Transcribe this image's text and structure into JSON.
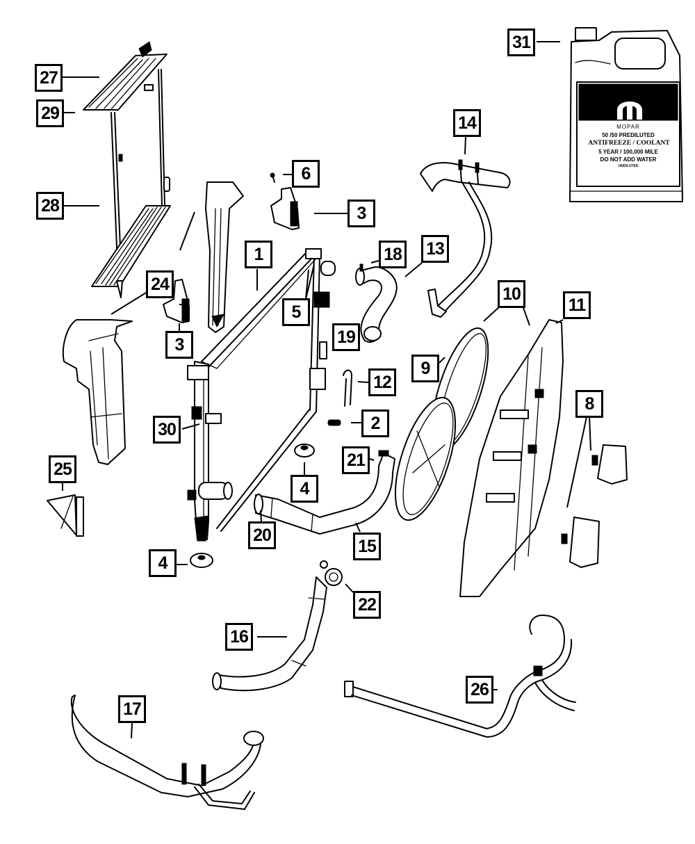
{
  "diagram": {
    "type": "exploded-parts-diagram",
    "subject": "Radiator, fans and coolant hoses",
    "callouts": [
      {
        "id": "c1",
        "label": "1",
        "part": "radiator"
      },
      {
        "id": "c2",
        "label": "2",
        "part": "drain-plug"
      },
      {
        "id": "c3a",
        "label": "3",
        "part": "radiator-bracket-upper-right"
      },
      {
        "id": "c3b",
        "label": "3",
        "part": "radiator-bracket-upper-left"
      },
      {
        "id": "c4a",
        "label": "4",
        "part": "radiator-isolator-right"
      },
      {
        "id": "c4b",
        "label": "4",
        "part": "radiator-isolator-left"
      },
      {
        "id": "c5",
        "label": "5",
        "part": "radiator-seal"
      },
      {
        "id": "c6",
        "label": "6",
        "part": "bracket-bolt"
      },
      {
        "id": "c8",
        "label": "8",
        "part": "fan-control-modules"
      },
      {
        "id": "c9",
        "label": "9",
        "part": "fan-blade"
      },
      {
        "id": "c10",
        "label": "10",
        "part": "fan-motor-assembly"
      },
      {
        "id": "c11",
        "label": "11",
        "part": "fan-shroud"
      },
      {
        "id": "c12",
        "label": "12",
        "part": "small-hose"
      },
      {
        "id": "c13",
        "label": "13",
        "part": "bypass-hose"
      },
      {
        "id": "c14",
        "label": "14",
        "part": "upper-hose-assembly"
      },
      {
        "id": "c15",
        "label": "15",
        "part": "lower-radiator-hose"
      },
      {
        "id": "c16",
        "label": "16",
        "part": "lower-hose"
      },
      {
        "id": "c17",
        "label": "17",
        "part": "heater-hose-assembly"
      },
      {
        "id": "c18",
        "label": "18",
        "part": "hose-clamp"
      },
      {
        "id": "c19",
        "label": "19",
        "part": "upper-radiator-hose"
      },
      {
        "id": "c20",
        "label": "20",
        "part": "hose-clamp-lower"
      },
      {
        "id": "c21",
        "label": "21",
        "part": "hose-clamp-outlet"
      },
      {
        "id": "c22",
        "label": "22",
        "part": "thermostat-housing"
      },
      {
        "id": "c24",
        "label": "24",
        "part": "air-deflector"
      },
      {
        "id": "c25",
        "label": "25",
        "part": "air-seal"
      },
      {
        "id": "c26",
        "label": "26",
        "part": "coolant-bottle-hose"
      },
      {
        "id": "c27",
        "label": "27",
        "part": "upper-seal"
      },
      {
        "id": "c28",
        "label": "28",
        "part": "radiator-seal-frame"
      },
      {
        "id": "c29",
        "label": "29",
        "part": "seal-strip"
      },
      {
        "id": "c30",
        "label": "30",
        "part": "retainer"
      },
      {
        "id": "c31",
        "label": "31",
        "part": "antifreeze-coolant"
      }
    ],
    "coolant_jug": {
      "brand": "MOPAR",
      "line1": "50 /50 PREDILUTED",
      "line2": "ANTIFREEZE / COOLANT",
      "line3": "5 YEAR / 100,000 MILE",
      "line4": "DO NOT ADD WATER",
      "line5": "UNDILUTED"
    },
    "colors": {
      "ink": "#000000",
      "paper": "#ffffff"
    }
  }
}
